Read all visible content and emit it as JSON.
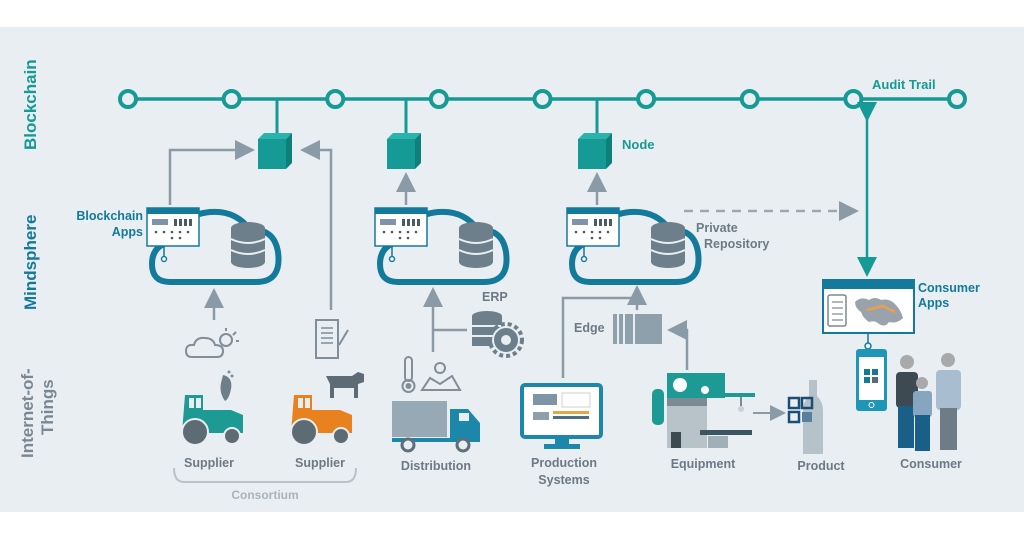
{
  "layers": {
    "blockchain": "Blockchain",
    "mindsphere": "Mindsphere",
    "iot_line1": "Internet-of-",
    "iot_line2": "Things"
  },
  "labels": {
    "blockchain_apps_1": "Blockchain",
    "blockchain_apps_2": "Apps",
    "node": "Node",
    "audit_trail": "Audit Trail",
    "private_repo_1": "Private",
    "private_repo_2": "Repository",
    "consumer_apps_1": "Consumer",
    "consumer_apps_2": "Apps",
    "erp": "ERP",
    "edge": "Edge"
  },
  "actors": {
    "supplier_1": "Supplier",
    "supplier_2": "Supplier",
    "consortium": "Consortium",
    "distribution": "Distribution",
    "production_1": "Production",
    "production_2": "Systems",
    "equipment": "Equipment",
    "product": "Product",
    "consumer": "Consumer"
  },
  "colors": {
    "teal": "#169a95",
    "blue": "#137a9c",
    "gray": "#6c7a85",
    "orange": "#e8821e",
    "background": "#e9eef2"
  },
  "blockchain_nodes_count": 9
}
